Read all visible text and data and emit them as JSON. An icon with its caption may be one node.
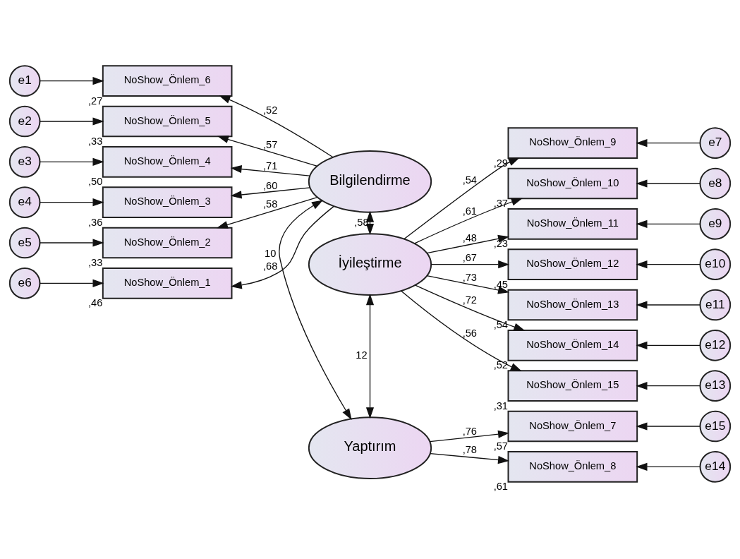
{
  "diagram": {
    "nodes": [
      {
        "text": [
          "Bilgilendirme"
        ]
      },
      {
        "text": [
          "İyileştirme"
        ]
      },
      {
        "text": [
          "Yaptırım"
        ]
      },
      {
        "text": [
          "NoShow_Önlem_6"
        ],
        "beside": [
          ",27"
        ]
      },
      {
        "text": [
          "NoShow_Önlem_5"
        ],
        "beside": [
          ",33"
        ]
      },
      {
        "text": [
          "NoShow_Önlem_4"
        ],
        "beside": [
          ",50"
        ]
      },
      {
        "text": [
          "NoShow_Önlem_3"
        ],
        "beside": [
          ",36"
        ]
      },
      {
        "text": [
          "NoShow_Önlem_2"
        ],
        "beside": [
          ",33"
        ]
      },
      {
        "text": [
          "NoShow_Önlem_1"
        ],
        "beside": [
          ",46"
        ]
      },
      {
        "text": [
          "NoShow_Önlem_9"
        ],
        "beside": [
          ",29"
        ]
      },
      {
        "text": [
          "NoShow_Önlem_10"
        ],
        "beside": [
          ",37"
        ]
      },
      {
        "text": [
          "NoShow_Önlem_11"
        ],
        "beside": [
          ",23"
        ]
      },
      {
        "text": [
          "NoShow_Önlem_12"
        ],
        "beside": [
          ",45"
        ]
      },
      {
        "text": [
          "NoShow_Önlem_13"
        ],
        "beside": [
          ",54"
        ]
      },
      {
        "text": [
          "NoShow_Önlem_14"
        ],
        "beside": [
          ",52"
        ]
      },
      {
        "text": [
          "NoShow_Önlem_15"
        ],
        "beside": [
          ",31"
        ]
      },
      {
        "text": [
          "NoShow_Önlem_7"
        ],
        "beside": [
          ",57"
        ]
      },
      {
        "text": [
          "NoShow_Önlem_8"
        ],
        "beside": [
          ",61"
        ]
      },
      {
        "text": [
          "e1"
        ]
      },
      {
        "text": [
          "e2"
        ]
      },
      {
        "text": [
          "e3"
        ]
      },
      {
        "text": [
          "e4"
        ]
      },
      {
        "text": [
          "e5"
        ]
      },
      {
        "text": [
          "e6"
        ]
      },
      {
        "text": [
          "e7"
        ]
      },
      {
        "text": [
          "e8"
        ]
      },
      {
        "text": [
          "e9"
        ]
      },
      {
        "text": [
          "e10"
        ]
      },
      {
        "text": [
          "e11"
        ]
      },
      {
        "text": [
          "e12"
        ]
      },
      {
        "text": [
          "e13"
        ]
      },
      {
        "text": [
          "e15"
        ]
      },
      {
        "text": [
          "e14"
        ]
      }
    ],
    "edges": [
      {
        "from": 0,
        "to": 1,
        "arrow": "both",
        "label": ",58"
      },
      {
        "from": 0,
        "to": 2,
        "arrow": "both",
        "label": "10"
      },
      {
        "from": 1,
        "to": 2,
        "arrow": "both",
        "label": "12"
      },
      {
        "from": 0,
        "to": 3,
        "arrow": "to",
        "label": ",52"
      },
      {
        "from": 0,
        "to": 4,
        "arrow": "to",
        "label": ",57"
      },
      {
        "from": 0,
        "to": 5,
        "arrow": "to",
        "label": ",71"
      },
      {
        "from": 0,
        "to": 6,
        "arrow": "to",
        "label": ",60"
      },
      {
        "from": 0,
        "to": 7,
        "arrow": "to",
        "label": ",58"
      },
      {
        "from": 0,
        "to": 8,
        "arrow": "to",
        "label": ",68"
      },
      {
        "from": 1,
        "to": 9,
        "arrow": "to",
        "label": ",54"
      },
      {
        "from": 1,
        "to": 10,
        "arrow": "to",
        "label": ",61"
      },
      {
        "from": 1,
        "to": 11,
        "arrow": "to",
        "label": ",48"
      },
      {
        "from": 1,
        "to": 12,
        "arrow": "to",
        "label": ",67"
      },
      {
        "from": 1,
        "to": 13,
        "arrow": "to",
        "label": ",73"
      },
      {
        "from": 1,
        "to": 14,
        "arrow": "to",
        "label": ",72"
      },
      {
        "from": 1,
        "to": 15,
        "arrow": "to",
        "label": ",56"
      },
      {
        "from": 2,
        "to": 16,
        "arrow": "to",
        "label": ",76"
      },
      {
        "from": 2,
        "to": 17,
        "arrow": "to",
        "label": ",78"
      },
      {
        "from": 18,
        "to": 3,
        "arrow": "to"
      },
      {
        "from": 19,
        "to": 4,
        "arrow": "to"
      },
      {
        "from": 20,
        "to": 5,
        "arrow": "to"
      },
      {
        "from": 21,
        "to": 6,
        "arrow": "to"
      },
      {
        "from": 22,
        "to": 7,
        "arrow": "to"
      },
      {
        "from": 23,
        "to": 8,
        "arrow": "to"
      },
      {
        "from": 24,
        "to": 9,
        "arrow": "to"
      },
      {
        "from": 25,
        "to": 10,
        "arrow": "to"
      },
      {
        "from": 26,
        "to": 11,
        "arrow": "to"
      },
      {
        "from": 27,
        "to": 12,
        "arrow": "to"
      },
      {
        "from": 28,
        "to": 13,
        "arrow": "to"
      },
      {
        "from": 29,
        "to": 14,
        "arrow": "to"
      },
      {
        "from": 30,
        "to": 15,
        "arrow": "to"
      },
      {
        "from": 31,
        "to": 16,
        "arrow": "to"
      },
      {
        "from": 32,
        "to": 17,
        "arrow": "to"
      }
    ]
  }
}
